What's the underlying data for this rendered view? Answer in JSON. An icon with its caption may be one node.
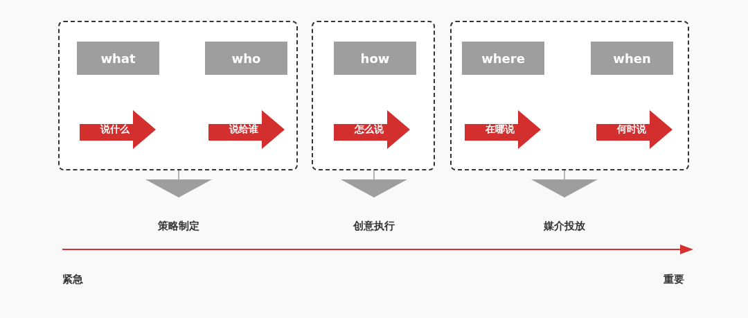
{
  "diagram": {
    "nodes": [
      {
        "text": [],
        "shape": "box"
      },
      {
        "text": [
          "what"
        ],
        "in": 0
      },
      {
        "text": [
          "说什么"
        ],
        "in": 0
      },
      {
        "text": [
          "who"
        ],
        "in": 0
      },
      {
        "text": [
          "说给谁"
        ],
        "in": 0
      },
      {
        "text": [],
        "shape": "box"
      },
      {
        "text": [
          "how"
        ],
        "in": 5
      },
      {
        "text": [
          "怎么说"
        ],
        "in": 5
      },
      {
        "text": [],
        "shape": "box"
      },
      {
        "text": [
          "where"
        ],
        "in": 8
      },
      {
        "text": [
          "在哪说"
        ],
        "in": 8
      },
      {
        "text": [
          "when"
        ],
        "in": 8
      },
      {
        "text": [
          "何时说"
        ],
        "in": 8
      },
      {
        "text": [
          "策略制定"
        ]
      },
      {
        "text": [
          "创意执行"
        ]
      },
      {
        "text": [
          "媒介投放"
        ]
      }
    ],
    "edges": [
      {
        "from": 0,
        "to": 13,
        "arrow": "to"
      },
      {
        "from": 5,
        "to": 14,
        "arrow": "to"
      },
      {
        "from": 8,
        "to": 15,
        "arrow": "to"
      }
    ],
    "labels": [
      "紧急",
      "重要"
    ]
  }
}
